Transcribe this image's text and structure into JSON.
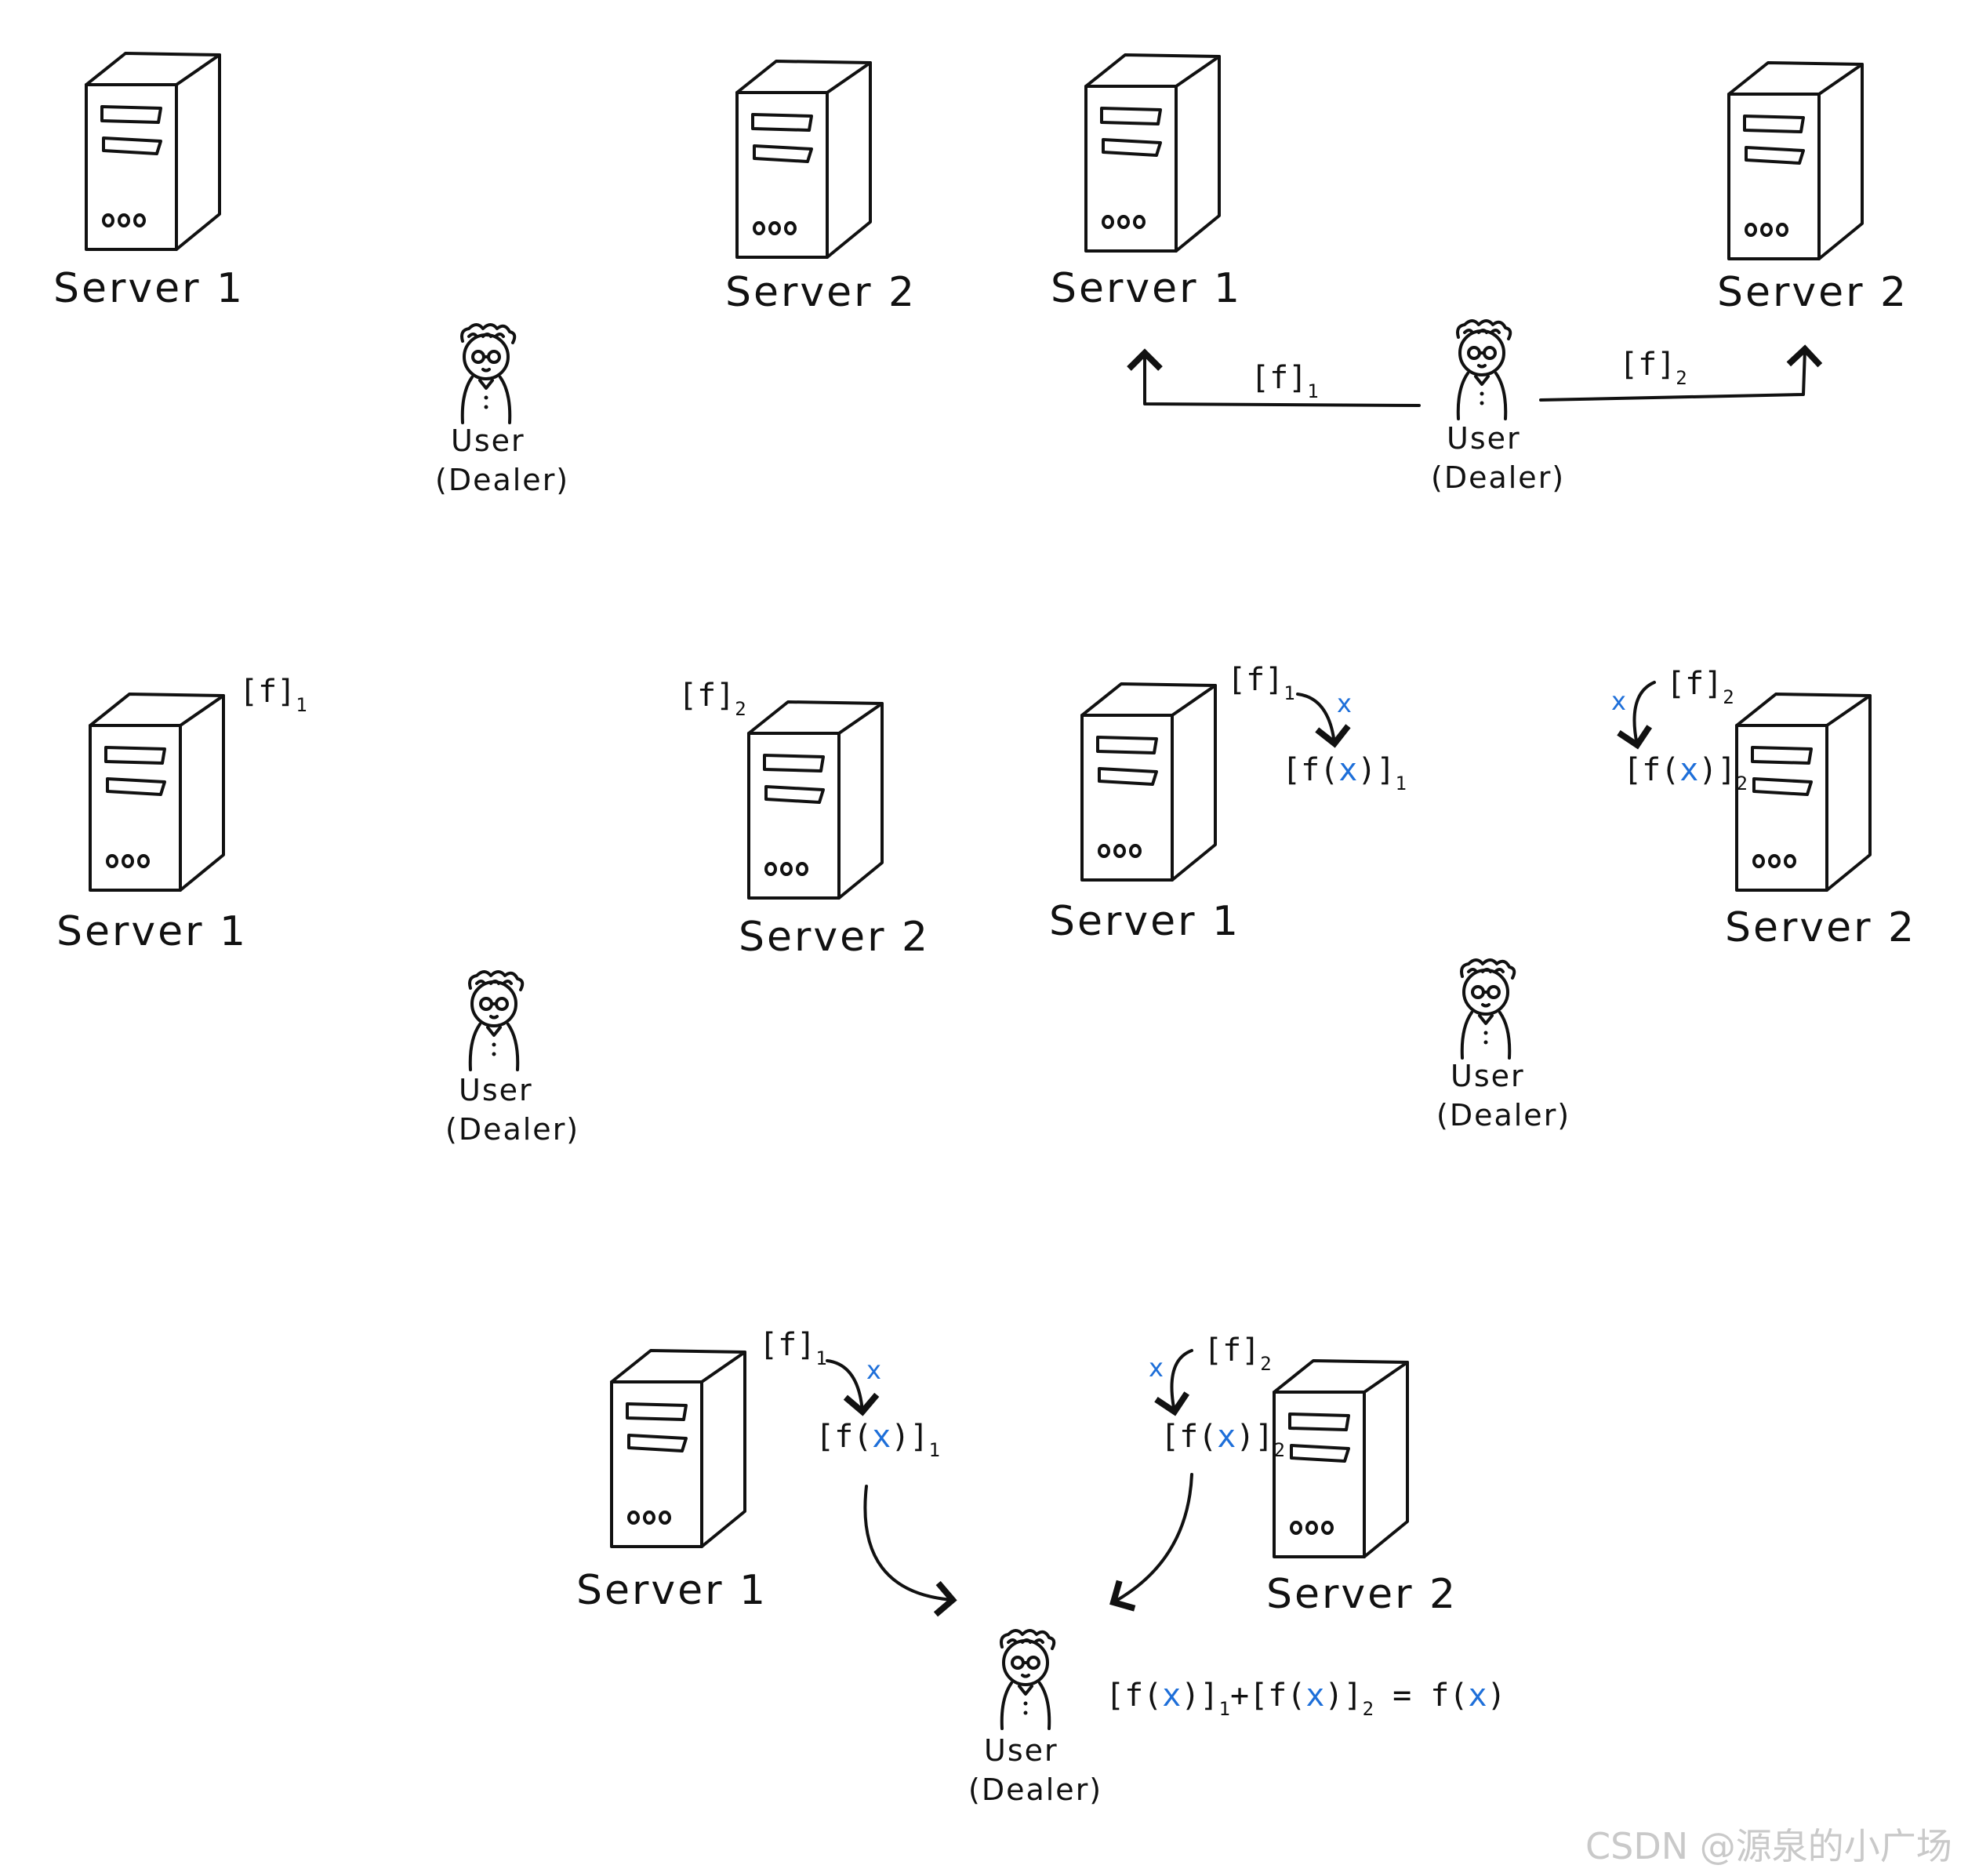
{
  "labels": {
    "server1": "Server 1",
    "server2": "Server 2",
    "user": "User",
    "dealer": "(Dealer)"
  },
  "shares": {
    "f1_base": "[f]",
    "f1_sub": "1",
    "f2_base": "[f]",
    "f2_sub": "2",
    "fx_open": "[f(",
    "x": "x",
    "fx_close": ")]",
    "plus": "+",
    "equals": " = ",
    "f_open": "f(",
    "paren_close": ")"
  },
  "input_marker": "x",
  "watermark": "CSDN @源泉的小广场",
  "colors": {
    "ink": "#111111",
    "input_blue": "#1e6fd9",
    "watermark": "#c9c9c9"
  }
}
